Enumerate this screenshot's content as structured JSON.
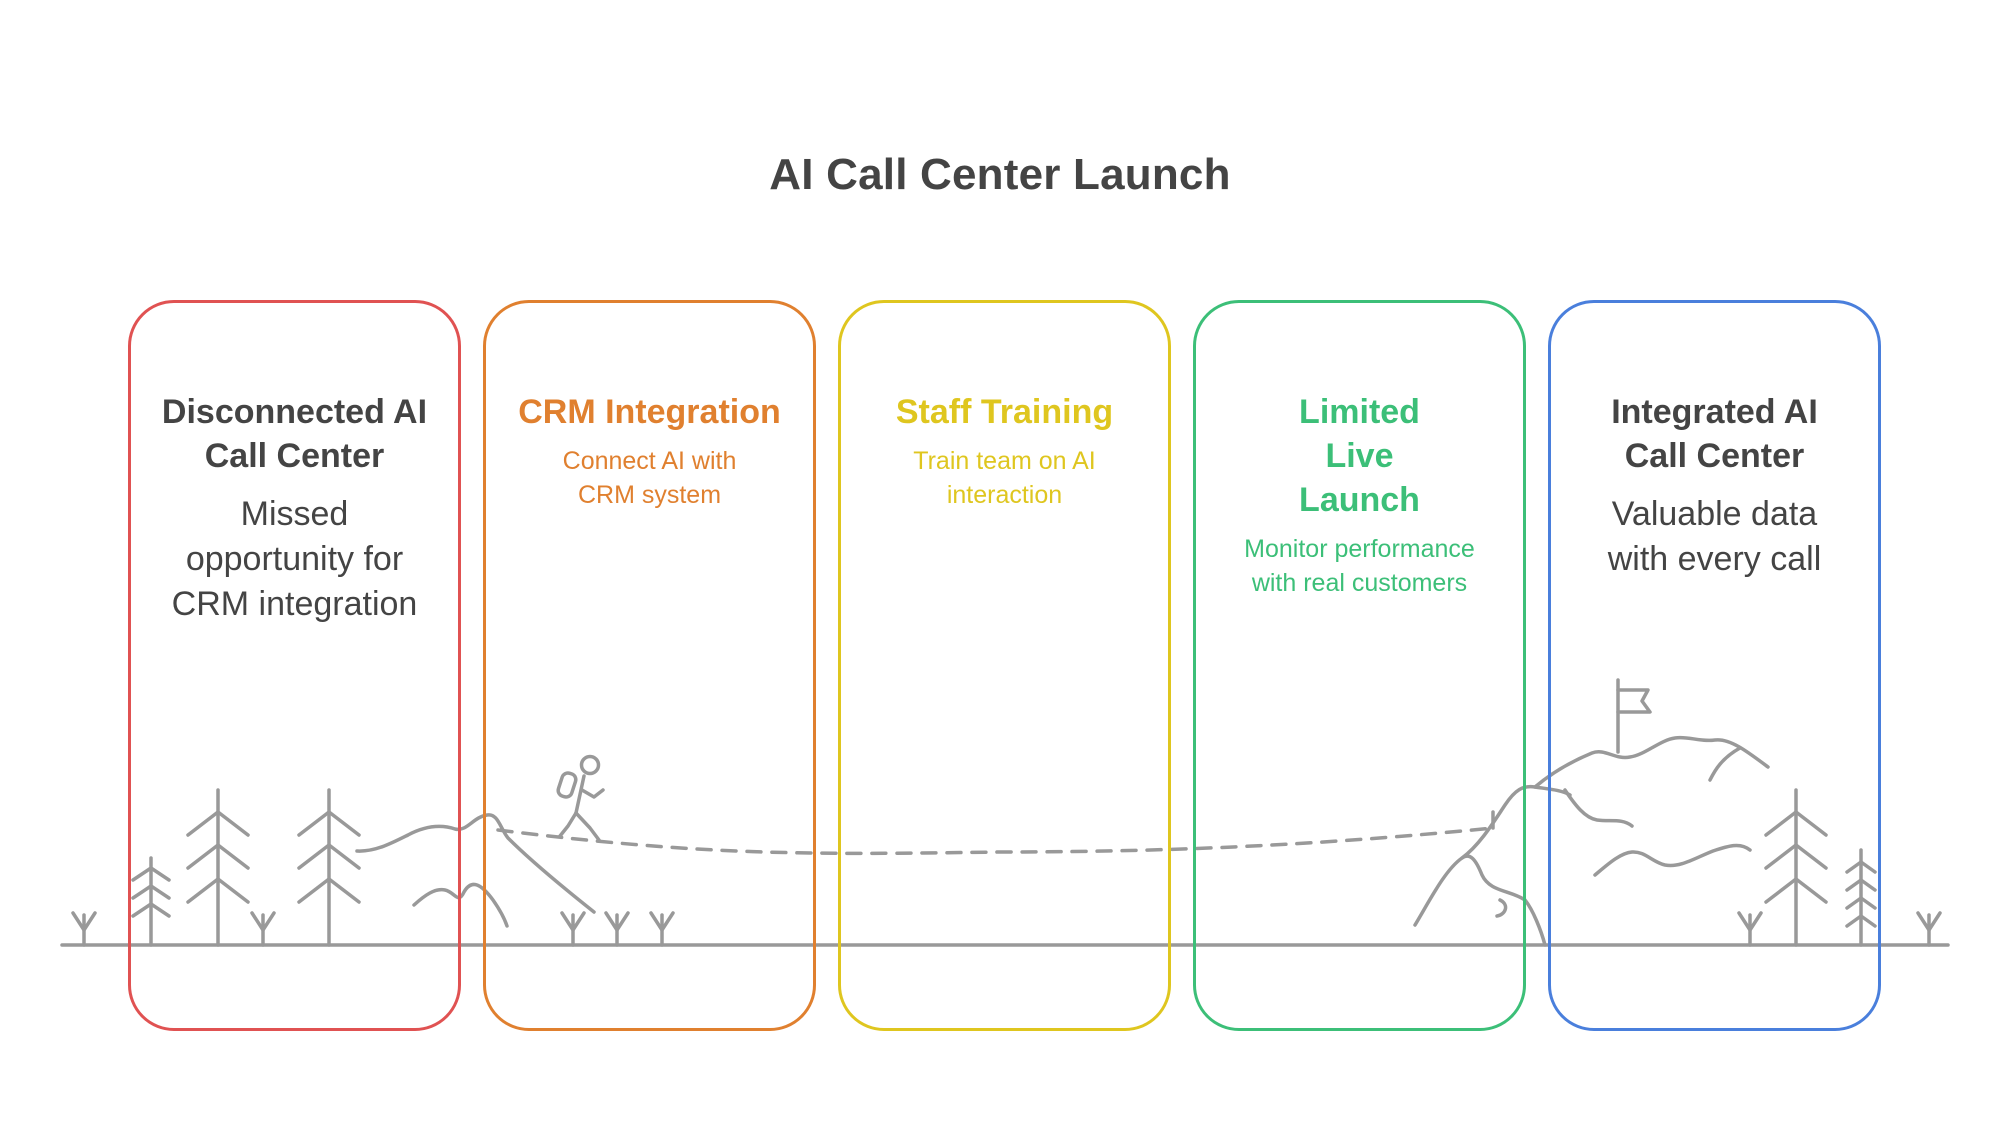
{
  "title": "AI Call Center Launch",
  "stages": [
    {
      "title": "Disconnected AI Call Center",
      "description": "Missed opportunity for CRM integration",
      "color": "#e05252",
      "text_color": "#444444"
    },
    {
      "title": "CRM Integration",
      "description": "Connect AI with CRM system",
      "color": "#e0802f",
      "text_color": "#e0802f"
    },
    {
      "title": "Staff Training",
      "description": "Train team on AI interaction",
      "color": "#dfc61f",
      "text_color": "#dfc61f"
    },
    {
      "title": "Limited Live Launch",
      "description": "Monitor performance with real customers",
      "color": "#3cbf78",
      "text_color": "#3cbf78"
    },
    {
      "title": "Integrated AI Call Center",
      "description": "Valuable data with every call",
      "color": "#4a7fdc",
      "text_color": "#444444"
    }
  ],
  "icons": {
    "hiker": "hiker-icon",
    "flag": "flag-icon",
    "trees": "tree-icon",
    "mountains": "mountain-icon"
  },
  "colors": {
    "landscape": "#999999",
    "path": "#999999",
    "title": "#444444"
  }
}
